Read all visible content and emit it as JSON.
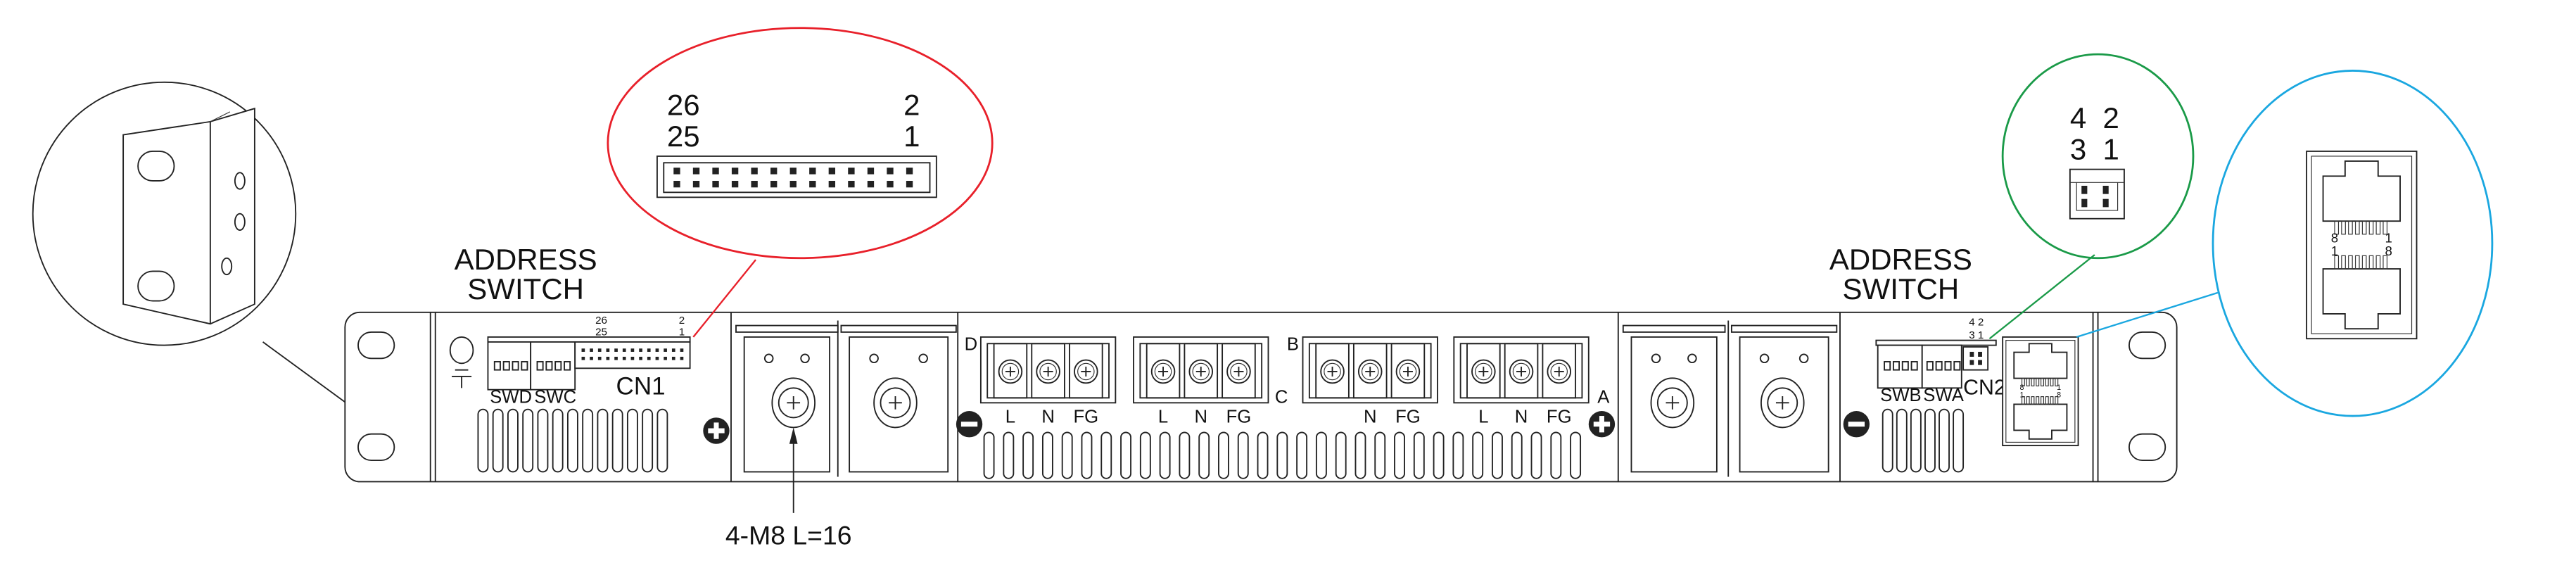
{
  "colors": {
    "cn1": "#e8202a",
    "cn2": "#1a9a48",
    "rj45": "#1aa7e0",
    "line": "#222222"
  },
  "left_section": {
    "address_label_1": "ADDRESS",
    "address_label_2": "SWITCH",
    "pin_top_left": "26",
    "pin_bottom_left": "25",
    "pin_top_right": "2",
    "pin_bottom_right": "1",
    "switch_d": "SWD",
    "switch_c": "SWC",
    "connector": "CN1"
  },
  "cn1_zoom": {
    "pin_top_left": "26",
    "pin_bottom_left": "25",
    "pin_top_right": "2",
    "pin_bottom_right": "1"
  },
  "mount_callout": "4-M8 L=16",
  "terminals": [
    {
      "id": "D",
      "labels": [
        "L",
        "N",
        "FG"
      ]
    },
    {
      "id": "C",
      "labels": [
        "L",
        "N",
        "FG"
      ]
    },
    {
      "id": "B",
      "labels": [
        "",
        "N",
        "FG"
      ]
    },
    {
      "id": "A",
      "labels": [
        "L",
        "N",
        "FG"
      ]
    }
  ],
  "right_section": {
    "address_label_1": "ADDRESS",
    "address_label_2": "SWITCH",
    "pin_top": "4 2",
    "pin_bottom": "3 1",
    "switch_b": "SWB",
    "switch_a": "SWA",
    "connector": "CN2",
    "rj_top_left": "8",
    "rj_top_right": "1",
    "rj_bottom_left": "1",
    "rj_bottom_right": "8"
  },
  "cn2_zoom": {
    "pin_top_left": "4",
    "pin_top_right": "2",
    "pin_bottom_left": "3",
    "pin_bottom_right": "1"
  },
  "rj45_zoom": {
    "top_left": "8",
    "top_right": "1",
    "bottom_left": "1",
    "bottom_right": "8"
  }
}
